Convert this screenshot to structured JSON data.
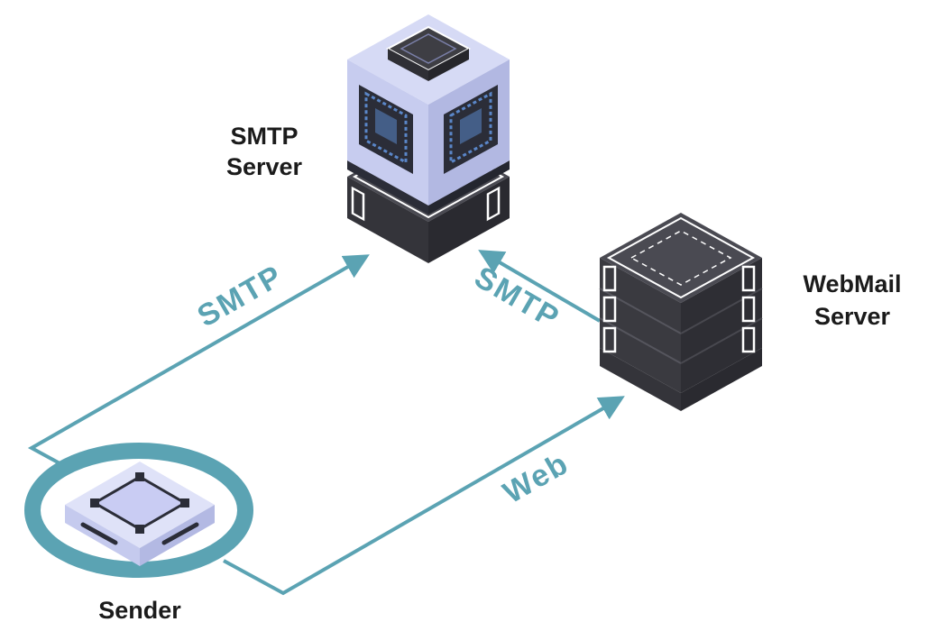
{
  "colors": {
    "accent": "#5ba3b3",
    "text": "#1b1b1b",
    "server_dark": "#3e3e44",
    "server_light": "#c7ccef",
    "screen": "#2b2d38",
    "screen_pixel": "#5a86c8"
  },
  "nodes": {
    "smtp_server": {
      "line1": "SMTP",
      "line2": "Server",
      "icon": "mail-server-icon"
    },
    "webmail_server": {
      "line1": "WebMail",
      "line2": "Server",
      "icon": "server-rack-icon"
    },
    "sender": {
      "label": "Sender",
      "icon": "sender-device-icon"
    }
  },
  "edges": {
    "sender_to_smtp": {
      "label": "SMTP"
    },
    "webmail_to_smtp": {
      "label": "SMTP"
    },
    "sender_to_webmail": {
      "label": "Web"
    }
  }
}
